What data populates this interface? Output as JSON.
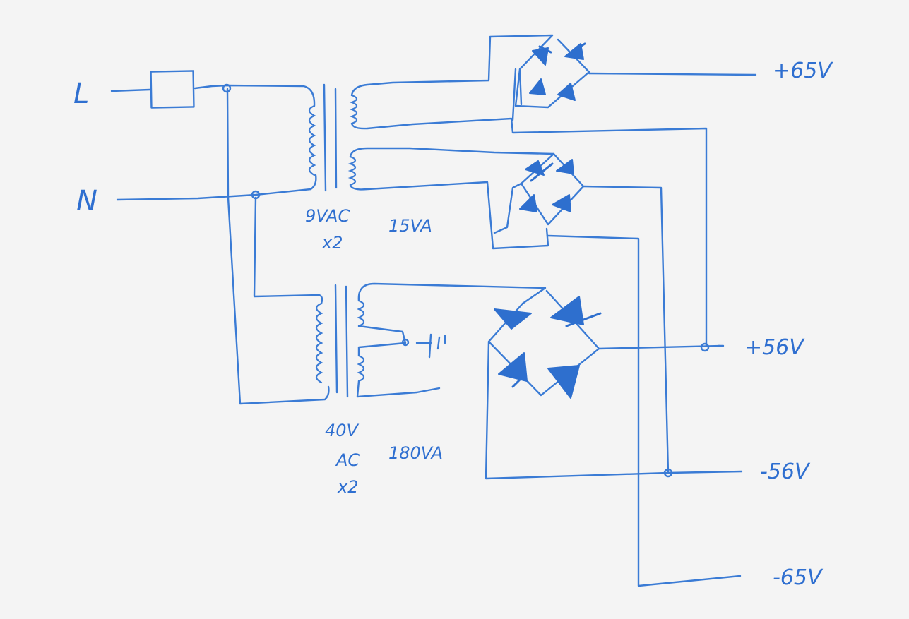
{
  "labels": {
    "line_in": "L",
    "neutral_in": "N",
    "small_transformer_voltage": "9VAC",
    "small_transformer_rating": "15VA",
    "small_transformer_count": "x2",
    "big_transformer_voltage": "40V",
    "big_transformer_ac": "AC",
    "big_transformer_rating": "180VA",
    "big_transformer_count": "x2",
    "out_pos_65": "+65V",
    "out_pos_56": "+56V",
    "out_neg_56": "-56V",
    "out_neg_65": "-65V"
  },
  "colors": {
    "ink": "#3a7bd5",
    "fill": "#2e6fce",
    "paper": "#f4f4f4"
  }
}
